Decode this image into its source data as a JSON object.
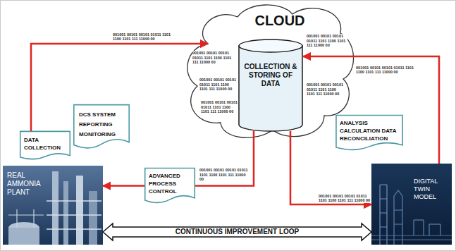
{
  "diagram": {
    "nodes": [
      {
        "text": [
          "CLOUD"
        ]
      },
      {
        "text": [
          "COLLECTION & STORING OF DATA"
        ],
        "in": 0
      },
      {
        "text": [
          "DATA COLLECTION"
        ]
      },
      {
        "text": [
          "DCS SYSTEM REPORTING MONITORING"
        ]
      },
      {
        "text": [
          "REAL AMMONIA PLANT"
        ]
      },
      {
        "text": [
          "ADVANCED PROCESS CONTROL"
        ]
      },
      {
        "text": [
          "ANALYSIS CALCULATION DATA RECONCILIATION"
        ]
      },
      {
        "text": [
          "DIGITAL TWIN MODEL"
        ]
      }
    ],
    "edges": [
      {
        "from": 2,
        "to": 0,
        "arrow": "to"
      },
      {
        "from": 1,
        "to": 5,
        "arrow": "none"
      },
      {
        "from": 5,
        "to": 4,
        "arrow": "to"
      },
      {
        "from": 1,
        "to": 7,
        "arrow": "to"
      },
      {
        "from": 7,
        "to": 1,
        "arrow": "to"
      },
      {
        "from": 4,
        "to": 7,
        "label": "CONTINUOUS IMPROVEMENT LOOP",
        "arrow": "both"
      }
    ],
    "labels": [
      "001001 00101 00101 01011 1101 1100 1101 111 11000 00",
      "001001 00101 00101 01011 1101 1100 1101 111 11000 00",
      "001001 00101 00101 01011 1101 1100 1101 111 11000 00",
      "001001 00101 00101 01011 1101 1100 1101 111 11000 00",
      "001001 00101 00101 01011 1101 1100 1101 111 11000 00",
      "001001 00101 00101 01011 1101 1100 1101 111 11000 00",
      "001001 00101 00101 01011 1101 1100 1101 111 11000 00",
      "001001 00101 00101 01011 1101 1100 1101 111 11000 00",
      "001001 00101 00101 01011 1101 1100 1101 111 11000 00"
    ]
  }
}
